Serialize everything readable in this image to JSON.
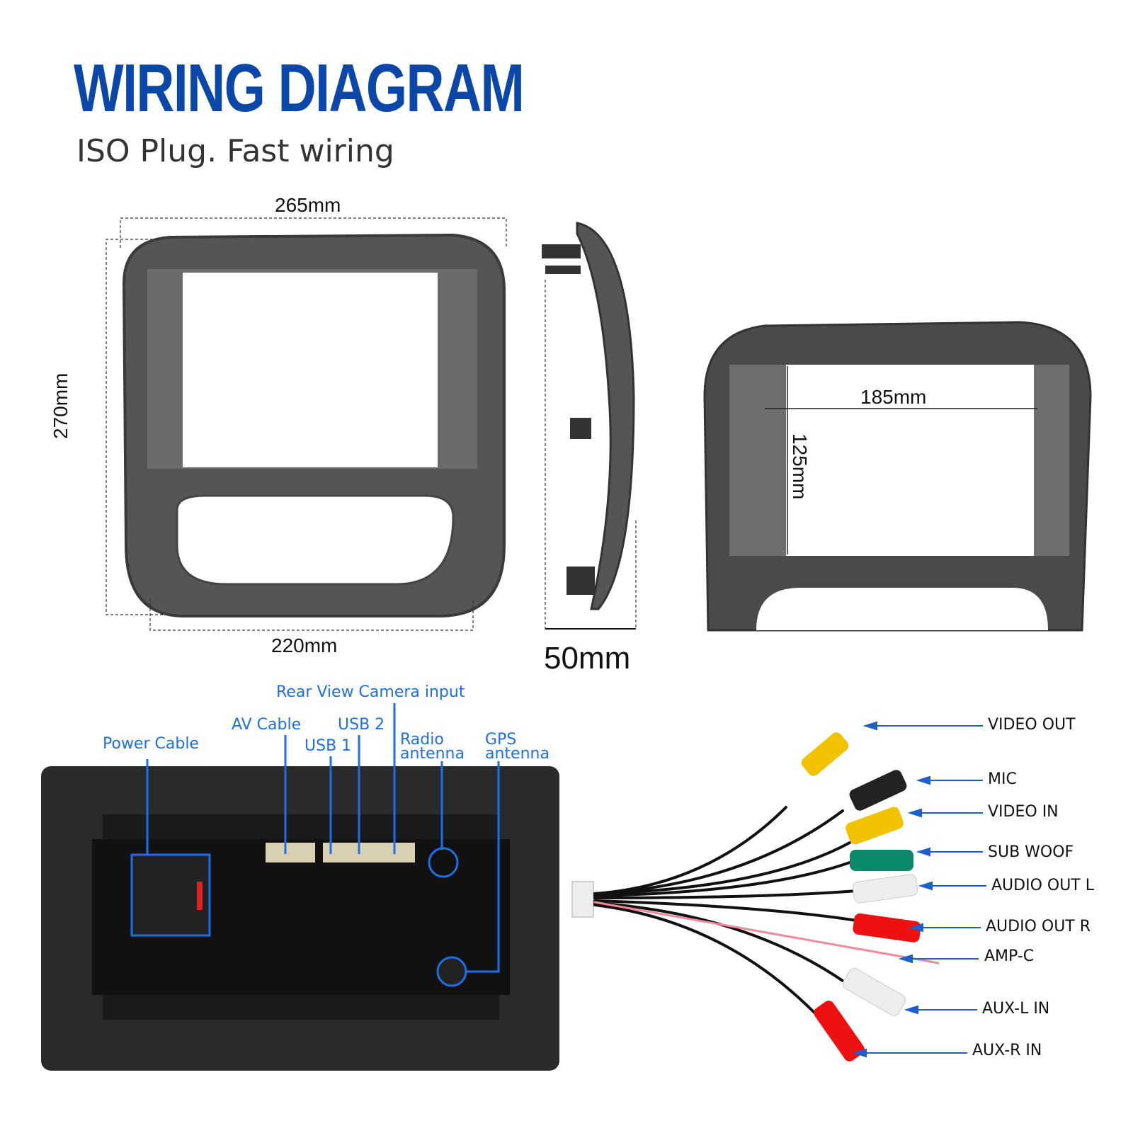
{
  "header": {
    "title": "WIRING DIAGRAM",
    "subtitle": "ISO Plug. Fast wiring"
  },
  "dimensions": {
    "frame_width_top": "265mm",
    "frame_width_bottom": "220mm",
    "frame_height": "270mm",
    "depth": "50mm",
    "screen_width": "185mm",
    "screen_height": "125mm"
  },
  "unit_ports": {
    "rear_camera": "Rear View Camera input",
    "av_cable": "AV Cable",
    "usb2": "USB 2",
    "power_cable": "Power Cable",
    "usb1": "USB 1",
    "radio_antenna": "Radio antenna",
    "gps_antenna": "GPS antenna"
  },
  "rca_cables": [
    {
      "label": "VIDEO OUT",
      "color": "#f2c200"
    },
    {
      "label": "MIC",
      "color": "#222222"
    },
    {
      "label": "VIDEO IN",
      "color": "#f2c200"
    },
    {
      "label": "SUB WOOF",
      "color": "#0a8a6a"
    },
    {
      "label": "AUDIO OUT L",
      "color": "#eeeeee"
    },
    {
      "label": "AUDIO OUT R",
      "color": "#ee1111"
    },
    {
      "label": "AMP-C",
      "color": "#f08a9a"
    },
    {
      "label": "AUX-L IN",
      "color": "#eeeeee"
    },
    {
      "label": "AUX-R IN",
      "color": "#ee1111"
    }
  ],
  "colors": {
    "title": "#0a47a8",
    "callout": "#1e6fe6"
  }
}
